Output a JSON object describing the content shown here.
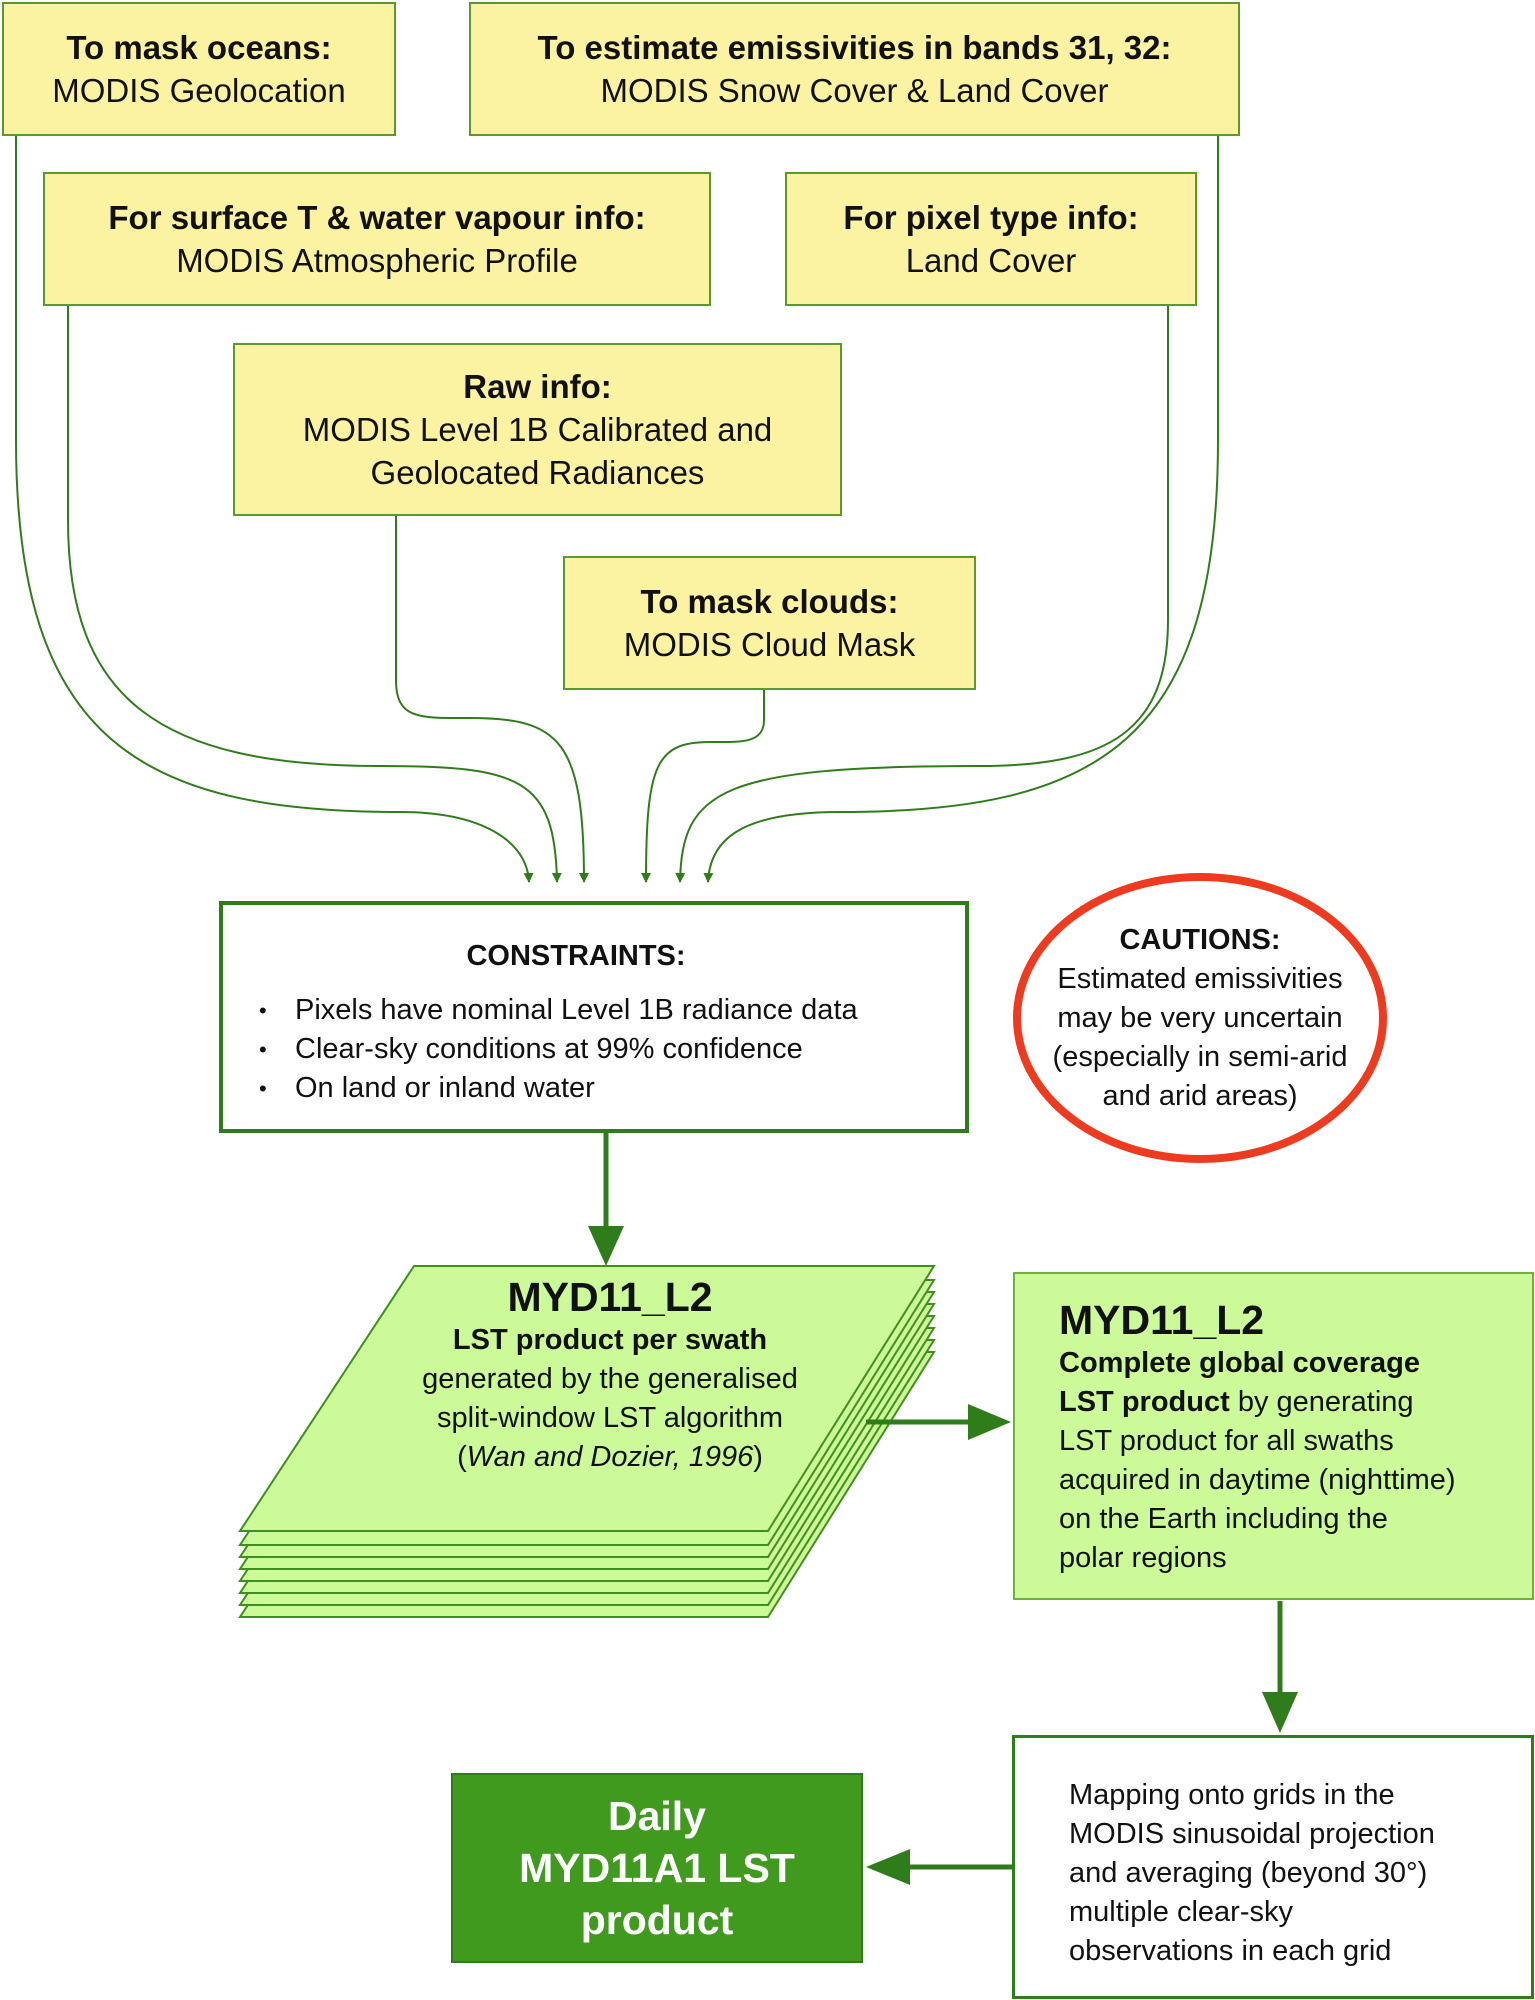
{
  "sources": [
    {
      "heading": "To mask oceans:",
      "body": "MODIS Geolocation"
    },
    {
      "heading": "To estimate emissivities in bands 31, 32:",
      "body": "MODIS Snow Cover & Land Cover"
    },
    {
      "heading": "For surface T & water vapour info:",
      "body": "MODIS Atmospheric Profile"
    },
    {
      "heading": "For pixel type info:",
      "body": "Land Cover"
    },
    {
      "heading": "Raw info:",
      "body_line1": "MODIS Level 1B Calibrated and",
      "body_line2": "Geolocated Radiances"
    },
    {
      "heading": "To mask clouds:",
      "body": "MODIS Cloud Mask"
    }
  ],
  "constraints": {
    "heading": "CONSTRAINTS:",
    "items": [
      "Pixels have nominal Level 1B radiance data",
      "Clear-sky conditions at 99% confidence",
      "On land or inland water"
    ]
  },
  "cautions": {
    "heading": "CAUTIONS:",
    "lines": [
      "Estimated emissivities",
      "may be very uncertain",
      "(especially in semi-arid",
      "and arid areas)"
    ]
  },
  "swath_product": {
    "title": "MYD11_L2",
    "subtitle": "LST product per swath",
    "line1": "generated by the generalised",
    "line2": "split-window LST algorithm",
    "paren_open": "(",
    "citation": "Wan and Dozier, 1996",
    "paren_close": ")"
  },
  "global_product": {
    "title": "MYD11_L2",
    "bold_line1": "Complete global coverage",
    "bold_line2": "LST product",
    "line2_rest": " by generating",
    "lines": [
      "LST product for all swaths",
      "acquired in daytime (nighttime)",
      "on the Earth including the",
      "polar regions"
    ]
  },
  "mapping": {
    "lines": [
      "Mapping onto grids in the",
      "MODIS sinusoidal projection",
      "and averaging (beyond 30°)",
      "multiple clear-sky",
      "observations in each grid"
    ]
  },
  "daily_product": {
    "lines": [
      "Daily",
      "MYD11A1 LST",
      "product"
    ]
  },
  "colors": {
    "source_fill": "#fbf3a2",
    "connector_green": "#2f7d1a",
    "swath_fill": "#ccfa98",
    "caution_red": "#ee3a1e",
    "daily_fill": "#3f9a1e"
  }
}
